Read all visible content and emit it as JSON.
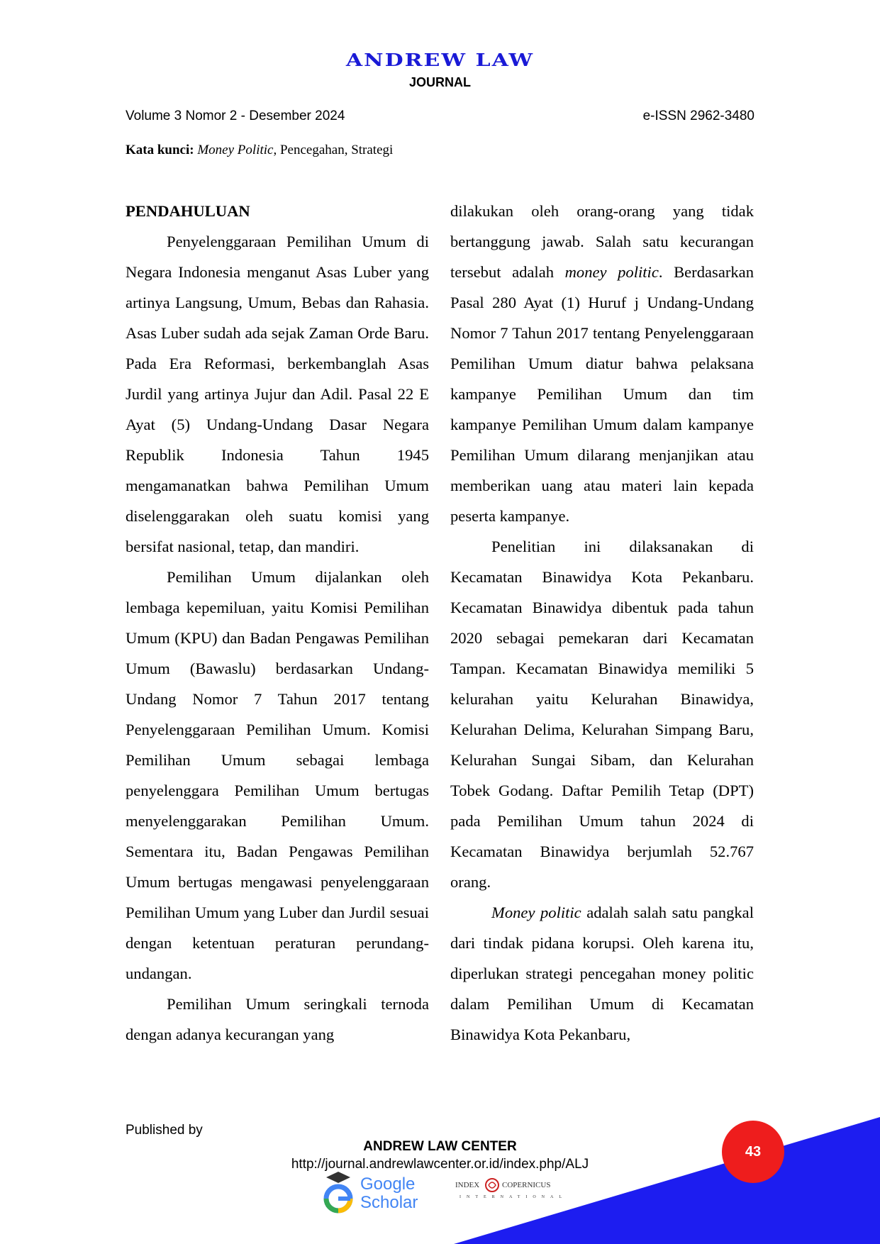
{
  "header": {
    "journal_name": "ANDREW LAW",
    "journal_sub": "JOURNAL",
    "volume": "Volume 3 Nomor 2 - Desember 2024",
    "issn": "e-ISSN 2962-3480"
  },
  "keywords": {
    "label": "Kata kunci:",
    "italic_term": "Money Politic",
    "rest": ", Pencegahan, Strategi"
  },
  "left_column": {
    "heading": "PENDAHULUAN",
    "p1": "Penyelenggaraan Pemilihan Umum di Negara Indonesia menganut Asas Luber yang artinya Langsung, Umum, Bebas dan Rahasia. Asas Luber sudah ada sejak Zaman Orde Baru. Pada Era Reformasi, berkembanglah Asas Jurdil yang artinya Jujur dan Adil. Pasal 22 E Ayat (5) Undang-Undang Dasar Negara Republik Indonesia Tahun 1945 mengamanatkan bahwa Pemilihan Umum diselenggarakan oleh suatu komisi yang bersifat nasional, tetap, dan mandiri.",
    "p2": "Pemilihan Umum dijalankan oleh lembaga kepemiluan, yaitu Komisi Pemilihan Umum (KPU) dan Badan Pengawas Pemilihan Umum (Bawaslu) berdasarkan Undang-Undang Nomor 7 Tahun 2017 tentang Penyelenggaraan Pemilihan Umum. Komisi Pemilihan Umum sebagai lembaga penyelenggara Pemilihan Umum bertugas menyelenggarakan Pemilihan Umum. Sementara itu, Badan Pengawas Pemilihan Umum bertugas mengawasi penyelenggaraan Pemilihan Umum yang Luber dan Jurdil sesuai dengan ketentuan peraturan perundang-undangan.",
    "p3": "Pemilihan Umum seringkali ternoda dengan adanya kecurangan yang"
  },
  "right_column": {
    "p1_a": "dilakukan oleh orang-orang yang tidak bertanggung jawab. Salah satu kecurangan tersebut adalah ",
    "p1_italic": "money politic",
    "p1_b": ". Berdasarkan Pasal 280 Ayat (1) Huruf j Undang-Undang Nomor 7 Tahun 2017 tentang Penyelenggaraan Pemilihan Umum diatur bahwa pelaksana kampanye Pemilihan Umum dan tim kampanye Pemilihan Umum dalam kampanye Pemilihan Umum dilarang menjanjikan atau memberikan uang atau materi lain kepada peserta kampanye.",
    "p2": "Penelitian ini dilaksanakan di Kecamatan Binawidya Kota Pekanbaru. Kecamatan Binawidya dibentuk pada tahun 2020 sebagai pemekaran dari Kecamatan Tampan. Kecamatan Binawidya memiliki 5 kelurahan yaitu Kelurahan Binawidya, Kelurahan Delima, Kelurahan Simpang Baru, Kelurahan Sungai Sibam, dan Kelurahan Tobek Godang. Daftar Pemilih Tetap (DPT) pada Pemilihan Umum tahun 2024 di Kecamatan Binawidya berjumlah 52.767 orang.",
    "p3_italic": "Money politic",
    "p3_rest": " adalah salah satu pangkal dari tindak pidana korupsi. Oleh karena itu, diperlukan strategi pencegahan money politic dalam Pemilihan Umum di Kecamatan Binawidya Kota Pekanbaru,"
  },
  "footer": {
    "published_by": "Published by",
    "publisher": "ANDREW LAW CENTER",
    "url": "http://journal.andrewlawcenter.or.id/index.php/ALJ",
    "google_scholar_line1": "Google",
    "google_scholar_line2": "Scholar",
    "index_copernicus_a": "INDEX",
    "index_copernicus_b": "COPERNICUS",
    "index_copernicus_c": "INTERNATIONAL",
    "page_number": "43"
  },
  "colors": {
    "title_blue": "#1a1ad6",
    "corner_blue": "#1d1df0",
    "badge_red": "#ee1d1d"
  }
}
